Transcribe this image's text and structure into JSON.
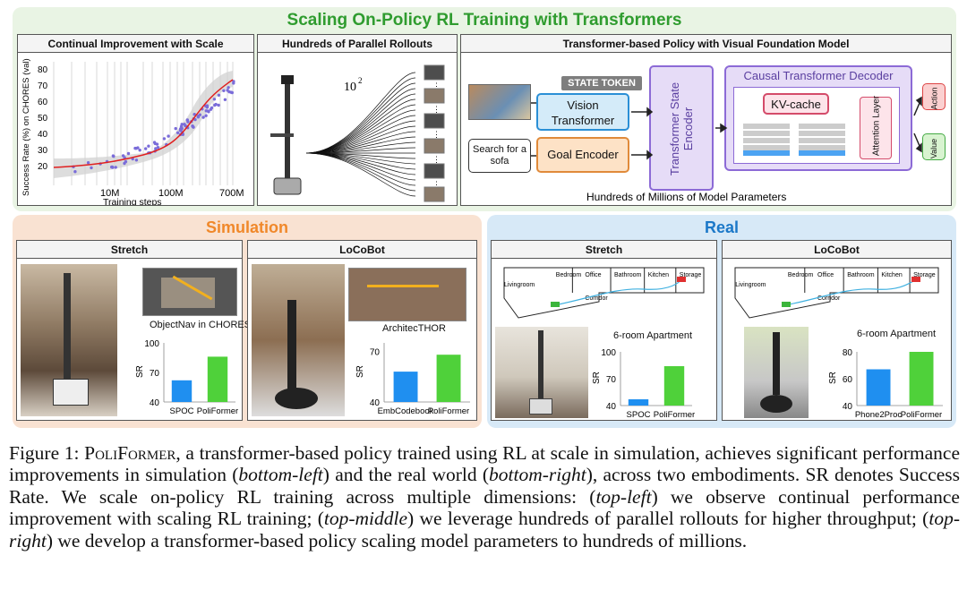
{
  "top": {
    "title": "Scaling On-Policy RL Training with Transformers",
    "panel1": {
      "title": "Continual Improvement with Scale",
      "ylabel": "Success Rate (%) on CHORES (val)",
      "xlabel": "Training steps",
      "yticks": [
        "80",
        "70",
        "60",
        "50",
        "40",
        "30",
        "20"
      ],
      "xticks": [
        "10M",
        "100M",
        "700M"
      ]
    },
    "panel2": {
      "title": "Hundreds of Parallel Rollouts",
      "count_label": "10",
      "count_exp": "2"
    },
    "panel3": {
      "title": "Transformer-based Policy with Visual Foundation Model",
      "state_token": "STATE TOKEN",
      "vision": "Vision Transformer",
      "goal_text": "Search for a sofa",
      "goal_encoder": "Goal Encoder",
      "state_encoder": "Transformer State Encoder",
      "decoder": "Causal Transformer Decoder",
      "kv_cache": "KV-cache",
      "attention": "Attention Layer",
      "action": "Action",
      "value": "Value",
      "footer": "Hundreds of Millions of Model Parameters"
    }
  },
  "sim": {
    "title": "Simulation",
    "stretch": {
      "head": "Stretch",
      "map_label": "ObjectNav in CHORES-S"
    },
    "locobot": {
      "head": "LoCoBot",
      "map_label": "ArchitecTHOR"
    }
  },
  "real": {
    "title": "Real",
    "stretch": {
      "head": "Stretch",
      "map_label": "6-room Apartment"
    },
    "locobot": {
      "head": "LoCoBot",
      "map_label": "6-room Apartment"
    },
    "rooms": [
      "Livingroom",
      "Bedroom",
      "Office",
      "Bathroom",
      "Kitchen",
      "Storage",
      "Corridor"
    ]
  },
  "chart_data": [
    {
      "type": "bar",
      "title": "ObjectNav in CHORES-S",
      "ylabel": "SR",
      "categories": [
        "SPOC",
        "PoliFormer"
      ],
      "values": [
        62,
        86
      ],
      "ylim": [
        40,
        100
      ],
      "yticks": [
        40,
        70,
        100
      ],
      "colors": [
        "#1f8ff0",
        "#4fd13a"
      ]
    },
    {
      "type": "bar",
      "title": "ArchitecTHOR",
      "ylabel": "SR",
      "categories": [
        "EmbCodebook",
        "PoliFormer"
      ],
      "values": [
        58,
        68
      ],
      "ylim": [
        40,
        75
      ],
      "yticks": [
        40,
        70
      ],
      "colors": [
        "#1f8ff0",
        "#4fd13a"
      ]
    },
    {
      "type": "bar",
      "title": "6-room Apartment",
      "ylabel": "SR",
      "categories": [
        "SPOC",
        "PoliFormer"
      ],
      "values": [
        47,
        84
      ],
      "ylim": [
        40,
        100
      ],
      "yticks": [
        40,
        70,
        100
      ],
      "colors": [
        "#1f8ff0",
        "#4fd13a"
      ]
    },
    {
      "type": "bar",
      "title": "6-room Apartment",
      "ylabel": "SR",
      "categories": [
        "Phone2Proc",
        "PoliFormer"
      ],
      "values": [
        67,
        80
      ],
      "ylim": [
        40,
        80
      ],
      "yticks": [
        40,
        60,
        80
      ],
      "colors": [
        "#1f8ff0",
        "#4fd13a"
      ]
    }
  ],
  "caption": {
    "fig": "Figure 1:",
    "name": "PoliFormer",
    "t1": ", a transformer-based policy trained using RL at scale in simulation, achieves significant performance improvements in simulation (",
    "e1": "bottom-left",
    "t2": ") and the real world (",
    "e2": "bottom-right",
    "t3": "), across two embodiments. SR denotes Success Rate. We scale on-policy RL training across multiple dimensions: (",
    "e3": "top-left",
    "t4": ") we observe continual performance improvement with scaling RL training; (",
    "e4": "top-middle",
    "t5": ") we leverage hundreds of parallel rollouts for higher throughput; (",
    "e5": "top-right",
    "t6": ") we develop a transformer-based policy scaling model parameters to hundreds of millions."
  },
  "colors": {
    "green_title": "#2f9c2f",
    "sim_title": "#f0882a",
    "real_title": "#1b78c8"
  }
}
